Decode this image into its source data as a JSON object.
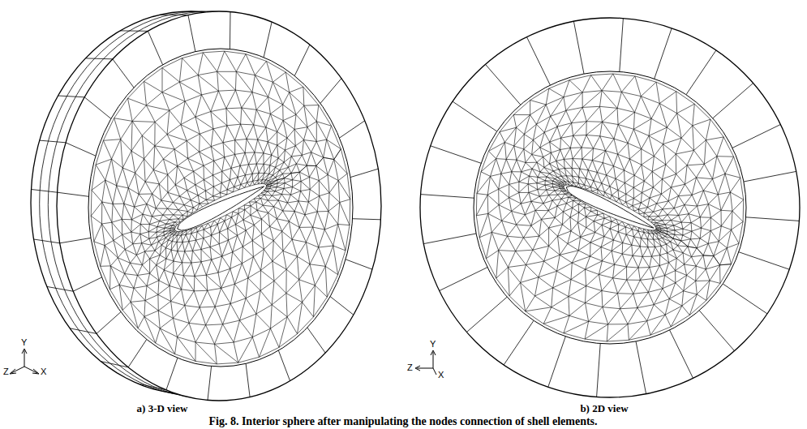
{
  "diagram": {
    "caption": "Fig. 8. Interior sphere after manipulating the nodes connection of shell elements.",
    "labels": [
      "a) 3-D view",
      "b) 2D view",
      "Y",
      "Z",
      "X",
      "Y",
      "Z",
      "X"
    ]
  }
}
